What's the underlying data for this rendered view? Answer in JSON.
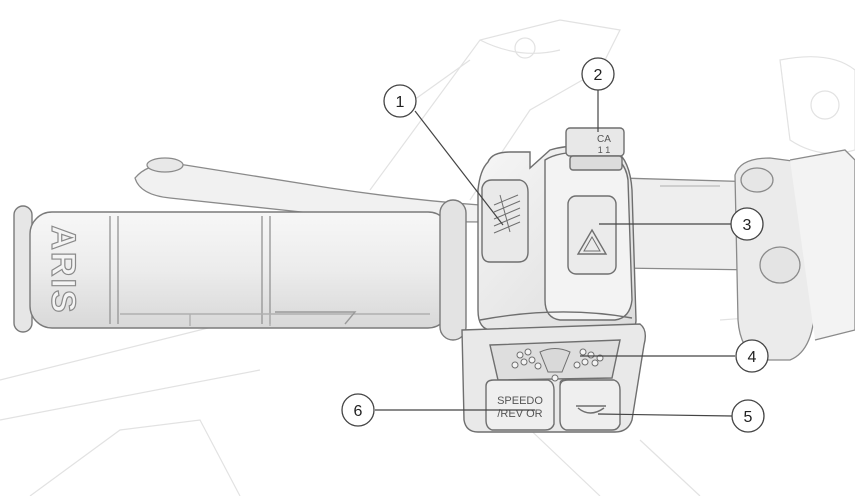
{
  "figure": {
    "callouts": [
      {
        "number": "1"
      },
      {
        "number": "2"
      },
      {
        "number": "3"
      },
      {
        "number": "4"
      },
      {
        "number": "5"
      },
      {
        "number": "6"
      }
    ],
    "grip_brand_text": "ARIS",
    "button_6_label_line1": "SPEEDO",
    "button_6_label_line2": "/REV OR",
    "switch_2_label_line1": "CA",
    "switch_2_label_line2": "1 1"
  },
  "colors": {
    "line": "#7a7a7a",
    "fill_light": "#eeeeee",
    "fill_mid": "#e0e0e0",
    "fill_dark": "#cfcfcf",
    "callout_circle_fill": "#ffffff",
    "callout_line": "#444444"
  }
}
